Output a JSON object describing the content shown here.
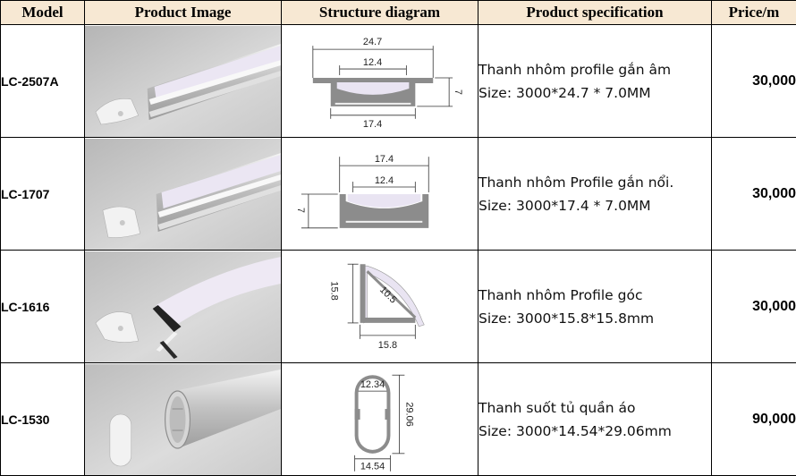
{
  "header": {
    "model": "Model",
    "image": "Product Image",
    "structure": "Structure diagram",
    "spec": "Product specification",
    "price": "Price/m"
  },
  "rows": [
    {
      "model": "LC-2507A",
      "spec_line1": "Thanh nhôm profile gắn âm",
      "spec_line2": "Size: 3000*24.7 * 7.0MM",
      "price": "30,000",
      "dims": {
        "top": "24.7",
        "inner": "12.4",
        "bottom": "17.4",
        "height": "7"
      }
    },
    {
      "model": "LC-1707",
      "spec_line1": "Thanh nhôm Profile gắn nổi.",
      "spec_line2": "Size: 3000*17.4 * 7.0MM",
      "price": "30,000",
      "dims": {
        "top": "17.4",
        "inner": "12.4",
        "height": "7"
      }
    },
    {
      "model": "LC-1616",
      "spec_line1": "Thanh nhôm Profile góc",
      "spec_line2": "Size: 3000*15.8*15.8mm",
      "price": "30,000",
      "dims": {
        "height": "15.8",
        "diag": "10.5",
        "bottom": "15.8"
      }
    },
    {
      "model": "LC-1530",
      "spec_line1": "Thanh suốt tủ quần áo",
      "spec_line2": "Size: 3000*14.54*29.06mm",
      "price": "90,000",
      "dims": {
        "top": "12.34",
        "height": "29.06",
        "bottom": "14.54"
      }
    }
  ],
  "colors": {
    "header_bg": "#f7e8d3",
    "photo_bg": "#c4c4c4",
    "profile_fill": "#8c8c8c",
    "diffuser": "#e9e4f2"
  }
}
